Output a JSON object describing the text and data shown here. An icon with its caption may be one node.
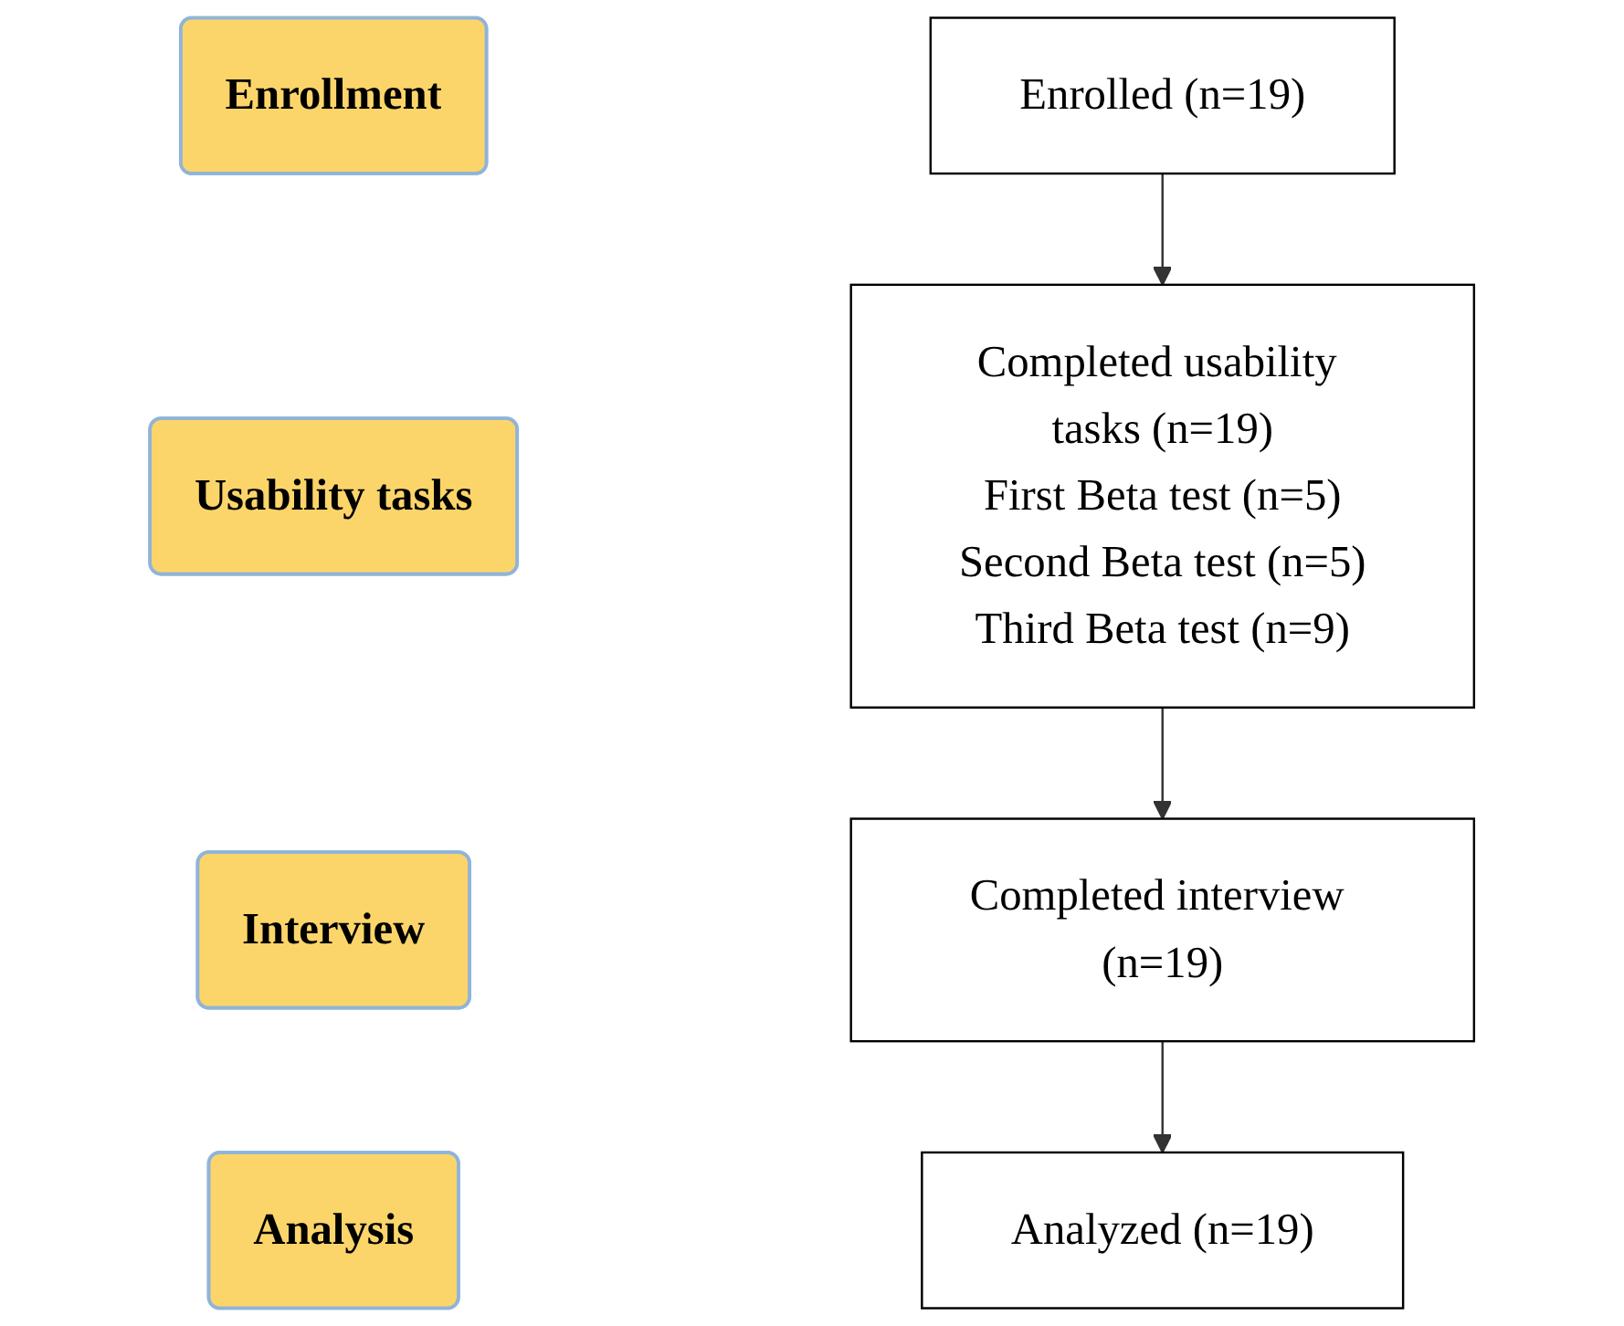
{
  "diagram": {
    "nodes": [
      {
        "text": [
          "Enrollment"
        ]
      },
      {
        "text": [
          "Enrolled (n=19)"
        ]
      },
      {
        "text": [
          "Usability tasks"
        ]
      },
      {
        "text": [
          "Completed usability tasks (n=19)",
          "First Beta test (n=5)",
          "Second Beta test (n=5)",
          "Third Beta test (n=9)"
        ]
      },
      {
        "text": [
          "Interview"
        ]
      },
      {
        "text": [
          "Completed interview (n=19)"
        ]
      },
      {
        "text": [
          "Analysis"
        ]
      },
      {
        "text": [
          "Analyzed (n=19)"
        ]
      }
    ],
    "edges": [
      {
        "from": 1,
        "to": 3,
        "arrow": "to"
      },
      {
        "from": 3,
        "to": 5,
        "arrow": "to"
      },
      {
        "from": 5,
        "to": 7,
        "arrow": "to"
      }
    ]
  }
}
